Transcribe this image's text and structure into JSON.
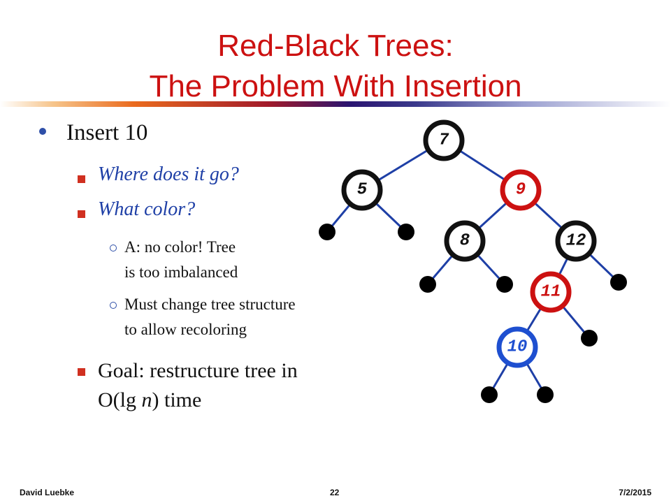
{
  "title": {
    "line1": "Red-Black Trees:",
    "line2": "The Problem With Insertion"
  },
  "bullets": {
    "main": "Insert 10",
    "q1": "Where does it go?",
    "q2": "What color?",
    "a1_line1": "A: no color! Tree",
    "a1_line2": "is too imbalanced",
    "a2_line1": "Must change tree structure",
    "a2_line2": "to allow recoloring",
    "goal_line1": "Goal: restructure tree in",
    "goal_prefix": "O(lg ",
    "goal_var": "n",
    "goal_suffix": ") time"
  },
  "tree": {
    "nodes": [
      {
        "key": "7",
        "color": "#111111"
      },
      {
        "key": "5",
        "color": "#111111"
      },
      {
        "key": "9",
        "color": "#cc1111"
      },
      {
        "key": "8",
        "color": "#111111"
      },
      {
        "key": "12",
        "color": "#111111"
      },
      {
        "key": "11",
        "color": "#cc1111"
      },
      {
        "key": "10",
        "color": "#1e4fd0"
      }
    ],
    "edge_color": "#1e3fa6"
  },
  "footer": {
    "author": "David Luebke",
    "page": "22",
    "date": "7/2/2015"
  }
}
